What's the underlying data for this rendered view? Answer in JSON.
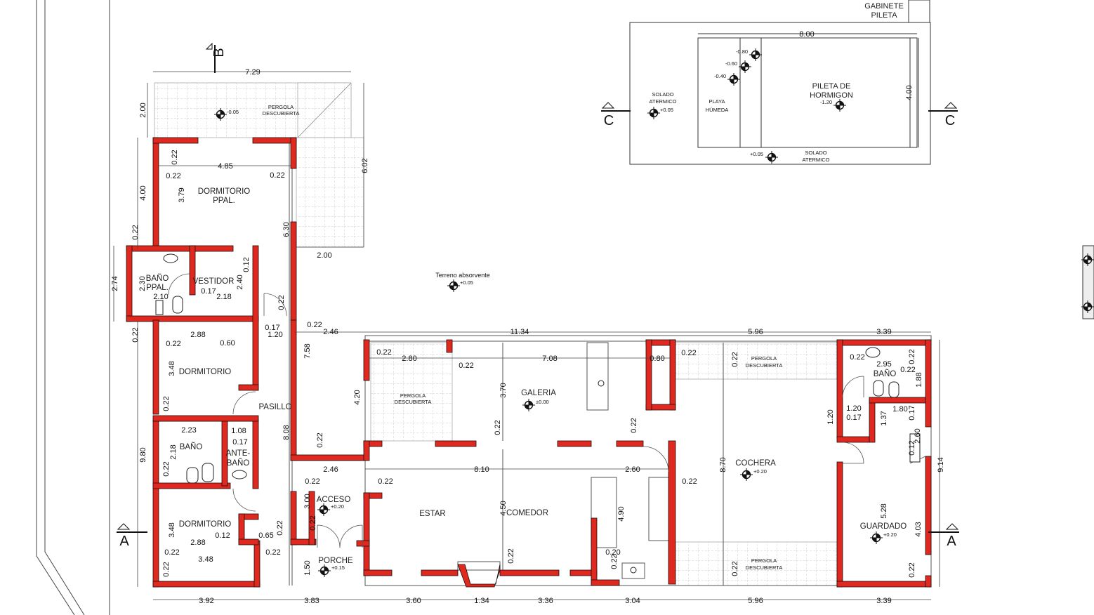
{
  "colors": {
    "wall": "#e0281f",
    "line": "#333333",
    "thin": "#999999",
    "hatch": "#c8c8c8"
  },
  "icons": [
    "level-marker-icon",
    "section-arrow-icon",
    "toilet-icon",
    "sink-icon",
    "door-swing-icon"
  ],
  "rooms": {
    "dormitorio_ppal": [
      "DORMITORIO",
      "PPAL."
    ],
    "vestidor": "VESTIDOR",
    "bano_ppal": [
      "BAÑO",
      "PPAL."
    ],
    "dormitorio_1": "DORMITORIO",
    "pasillo": "PASILLO",
    "bano": "BAÑO",
    "ante_bano": [
      "ANTE-",
      "BAÑO"
    ],
    "dormitorio_2": "DORMITORIO",
    "acceso": "ACCESO",
    "porche": "PORCHE",
    "estar": "ESTAR",
    "comedor": "COMEDOR",
    "galeria": "GALERIA",
    "cochera": "COCHERA",
    "guardado": "GUARDADO",
    "bano_cochera": "BAÑO",
    "pergola_top": [
      "PERGOLA",
      "DESCUBIERTA"
    ],
    "pergola_galeria": [
      "PERGOLA",
      "DESCUBIERTA"
    ],
    "pergola_cochera_top": [
      "PERGOLA",
      "DESCUBIERTA"
    ],
    "pergola_cochera_bottom": [
      "PERGOLA",
      "DESCUBIERTA"
    ],
    "terreno": "Terreno absorvente",
    "gabinete": [
      "GABINETE",
      "PILETA"
    ],
    "pileta": [
      "PILETA DE",
      "HORMIGON"
    ],
    "playa": [
      "PLAYA",
      "HÚMEDA"
    ],
    "solado_left": [
      "SOLADO",
      "ATERMICO"
    ],
    "solado_bottom": [
      "SOLADO",
      "ATERMICO"
    ]
  },
  "levels": {
    "pergola_top": "-0.05",
    "terreno": "+0.05",
    "galeria": "±0.00",
    "acceso": "+0.20",
    "porche": "+0.15",
    "cochera": "+0.20",
    "guardado": "+0.20",
    "solado_left": "+0.05",
    "solado_bottom": "+0.05",
    "pileta": "-1.20",
    "step1": "-0.80",
    "step2": "-0.60",
    "step3": "-0.40"
  },
  "sections": {
    "a_left": "A",
    "a_right": "A",
    "b": "B",
    "c_left": "C",
    "c_right": "C"
  },
  "dims": {
    "top_729": "7.29",
    "v_200a": "2.00",
    "v_602": "6.02",
    "h_485": "4.85",
    "d_022a": "0.22",
    "d_022b": "0.22",
    "d_022c": "0.22",
    "v_400": "4.00",
    "v_379": "3.79",
    "v_630": "6.30",
    "h_200": "2.00",
    "v_022d": "0.22",
    "v_274": "2.74",
    "v_230": "2.30",
    "v_240": "2.40",
    "v_012": "0.12",
    "h_017a": "0.17",
    "h_210": "2.10",
    "h_218": "2.18",
    "v_022e": "0.22",
    "h_017b": "0.17",
    "h_120a": "1.20",
    "h_022f": "0.22",
    "h_246a": "2.46",
    "v_022g": "0.22",
    "h_288a": "2.88",
    "h_022h": "0.22",
    "h_060": "0.60",
    "v_348a": "3.48",
    "v_758": "7.58",
    "v_022i": "0.22",
    "h_223": "2.23",
    "h_108": "1.08",
    "h_017c": "0.17",
    "v_218": "2.18",
    "v_808": "8.08",
    "v_980": "9.80",
    "v_022j": "0.22",
    "v_022k": "0.22",
    "h_246b": "2.46",
    "h_022l": "0.22",
    "v_300": "3.00",
    "v_022m": "0.22",
    "v_348b": "3.48",
    "h_288b": "2.88",
    "h_012": "0.12",
    "h_065": "0.65",
    "v_022n": "0.22",
    "h_022o": "0.22",
    "h_348c": "3.48",
    "h_022p": "0.22",
    "v_150": "1.50",
    "v_022q": "0.22",
    "h_1134": "11.34",
    "h_596a": "5.96",
    "h_339a": "3.39",
    "h_022r": "0.22",
    "h_280": "2.80",
    "h_022s": "0.22",
    "h_708": "7.08",
    "h_080": "0.80",
    "h_022t": "0.22",
    "v_420": "4.20",
    "v_370": "3.70",
    "v_022u": "0.22",
    "v_022v": "0.22",
    "h_810": "8.10",
    "h_260": "2.60",
    "h_022w": "0.22",
    "v_450": "4.50",
    "v_490": "4.90",
    "h_020": "0.20",
    "v_022x": "0.22",
    "v_022y": "0.22",
    "v_022z": "0.22",
    "v_870": "8.70",
    "v_022aa": "0.22",
    "h_022ab": "0.22",
    "h_295": "2.95",
    "h_022ac": "0.22",
    "v_022ad": "0.22",
    "v_188": "1.88",
    "h_120b": "1.20",
    "h_180": "1.80",
    "h_017d": "0.17",
    "v_120": "1.20",
    "v_137": "1.37",
    "v_017e": "0.17",
    "v_260": "2.60",
    "v_012b": "0.12",
    "v_914": "9.14",
    "v_528": "5.28",
    "v_403": "4.03",
    "v_022ae": "0.22",
    "v_022af": "0.22",
    "b_392": "3.92",
    "b_383": "3.83",
    "b_360": "3.60",
    "b_134": "1.34",
    "b_336": "3.36",
    "b_304": "3.04",
    "b_596": "5.96",
    "b_339": "3.39",
    "pool_800": "8.00",
    "pool_400": "4.00"
  }
}
